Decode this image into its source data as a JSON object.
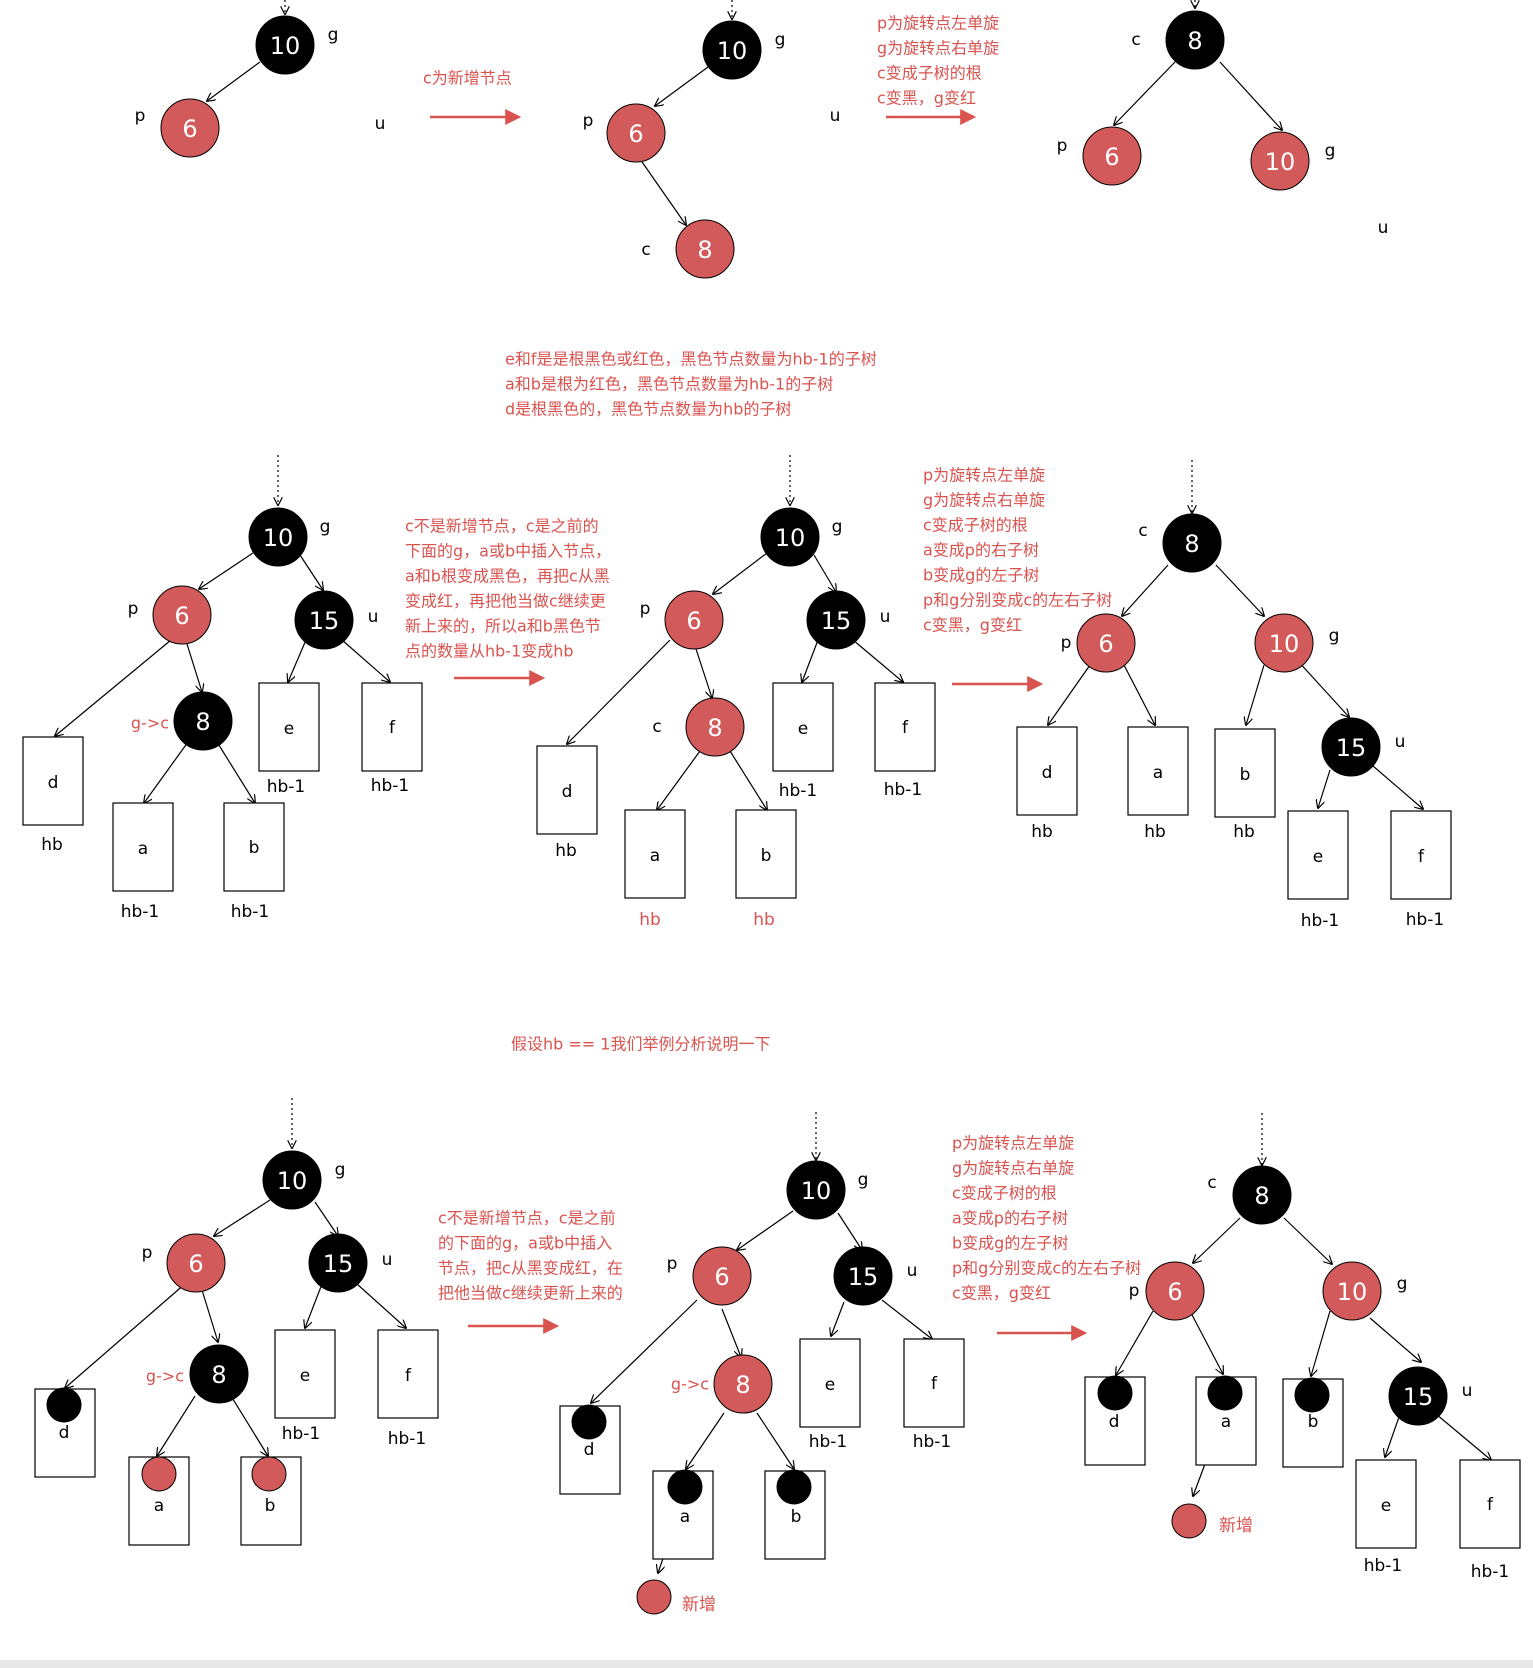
{
  "colors": {
    "red_node": "#d35a5a",
    "black_node": "#000000",
    "annotation": "#d9534f",
    "arrow": "#d9534f",
    "line": "#000000"
  },
  "labels": {
    "g": "g",
    "p": "p",
    "u": "u",
    "c": "c",
    "g_to_c": "g->c",
    "n10": "10",
    "n6": "6",
    "n8": "8",
    "n15": "15",
    "sub_d": "d",
    "sub_a": "a",
    "sub_b": "b",
    "sub_e": "e",
    "sub_f": "f",
    "hb": "hb",
    "hb1": "hb-1",
    "new": "新增"
  },
  "text": {
    "r1_step1": [
      "c为新增节点"
    ],
    "r1_step2": [
      "p为旋转点左单旋",
      "g为旋转点右单旋",
      "c变成子树的根",
      "c变黑，g变红"
    ],
    "note_mid": [
      "e和f是是根黑色或红色，黑色节点数量为hb-1的子树",
      "a和b是根为红色，黑色节点数量为hb-1的子树",
      "d是根黑色的，黑色节点数量为hb的子树"
    ],
    "r2_step1": [
      "c不是新增节点，c是之前的",
      "下面的g，a或b中插入节点，",
      "a和b根变成黑色，再把c从黑",
      "变成红，再把他当做c继续更",
      "新上来的，所以a和b黑色节",
      "点的数量从hb-1变成hb"
    ],
    "r2_step2": [
      "p为旋转点左单旋",
      "g为旋转点右单旋",
      "c变成子树的根",
      "a变成p的右子树",
      "b变成g的左子树",
      "p和g分别变成c的左右子树",
      "c变黑，g变红"
    ],
    "note_bottom": [
      "假设hb == 1我们举例分析说明一下"
    ],
    "r3_step1": [
      "c不是新增节点，c是之前",
      "的下面的g，a或b中插入",
      "节点，把c从黑变成红，在",
      "把他当做c继续更新上来的"
    ],
    "r3_step2": [
      "p为旋转点左单旋",
      "g为旋转点右单旋",
      "c变成子树的根",
      "a变成p的右子树",
      "b变成g的左子树",
      "p和g分别变成c的左右子树",
      "c变黑，g变红"
    ]
  }
}
